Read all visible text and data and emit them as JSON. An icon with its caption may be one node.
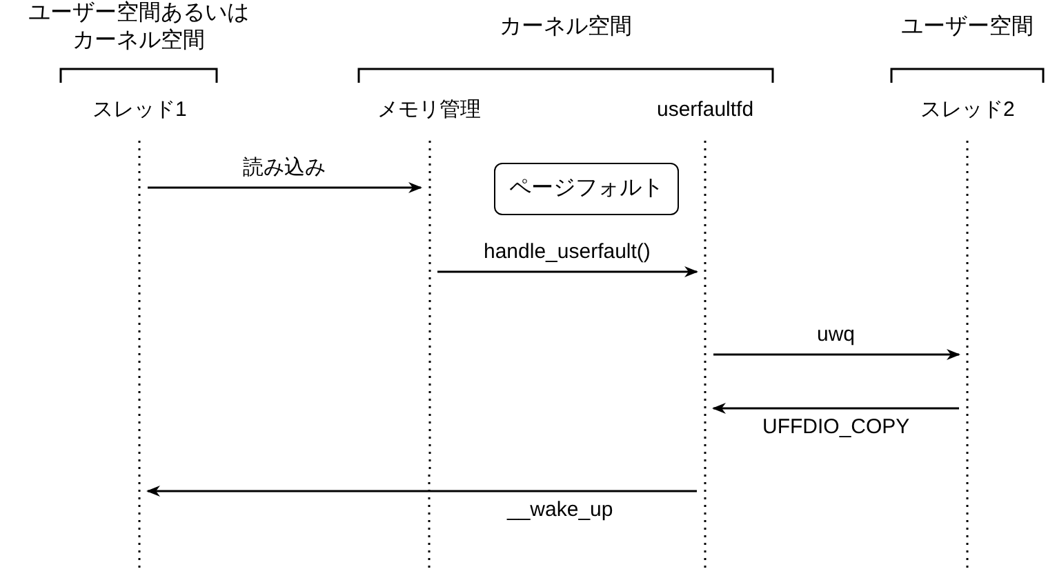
{
  "diagram": {
    "nodes": [
      {
        "text": [
          "スレッド1"
        ]
      },
      {
        "text": [
          "メモリ管理"
        ]
      },
      {
        "text": [
          "userfaultfd"
        ]
      },
      {
        "text": [
          "スレッド2"
        ]
      },
      {
        "text": [
          "ページフォルト"
        ]
      }
    ],
    "edges": [
      {
        "from": 0,
        "to": 1,
        "arrow": "to",
        "label": "読み込み"
      },
      {
        "from": 1,
        "to": 2,
        "arrow": "to",
        "label": "handle_userfault()"
      },
      {
        "from": 2,
        "to": 3,
        "arrow": "to",
        "label": "uwq"
      },
      {
        "from": 3,
        "to": 2,
        "arrow": "to",
        "label": "UFFDIO_COPY"
      },
      {
        "from": 2,
        "to": 0,
        "arrow": "to",
        "label": "__wake_up"
      }
    ],
    "labels": [
      "ユーザー空間あるいはカーネル空間",
      "カーネル空間",
      "ユーザー空間"
    ]
  }
}
